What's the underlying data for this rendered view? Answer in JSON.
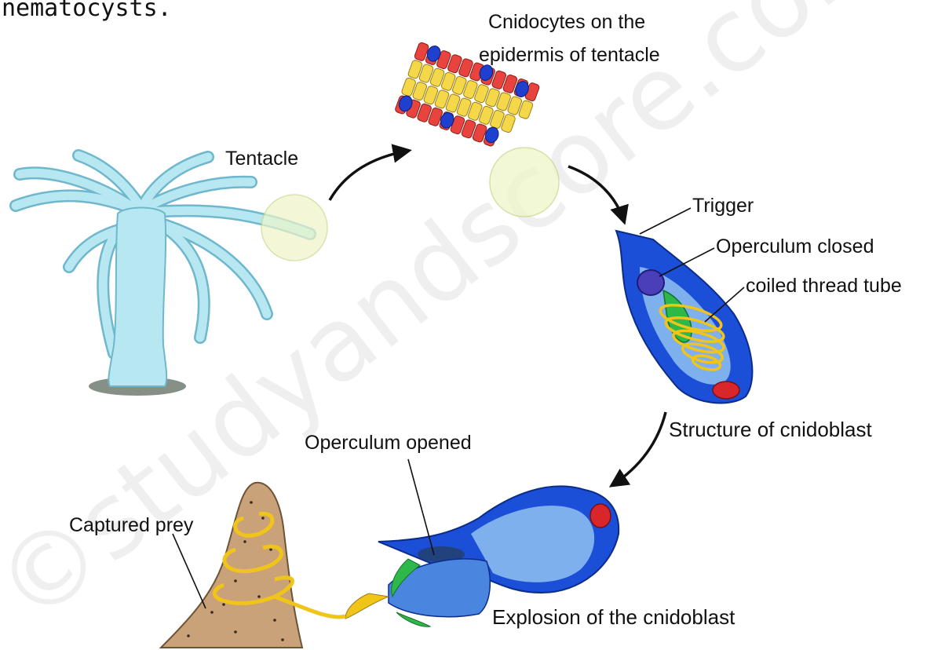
{
  "header": {
    "cut_text": "nematocysts."
  },
  "labels": {
    "cnidocytes_line1": "Cnidocytes on the",
    "cnidocytes_line2": "epidermis of  tentacle",
    "tentacle": "Tentacle",
    "trigger": "Trigger",
    "operculum_closed": "Operculum closed",
    "coiled_thread": "coiled thread tube",
    "structure": "Structure of cnidoblast",
    "operculum_opened": "Operculum opened",
    "captured_prey": "Captured prey",
    "explosion": "Explosion of the cnidoblast"
  },
  "watermark": "©studyandscore.com",
  "colors": {
    "hydra_body": "#b7e8f2",
    "hydra_outline": "#6fb7cc",
    "cell_red": "#e8433d",
    "cell_yellow": "#f5d84a",
    "nematocyst_blue": "#1f3fcf",
    "cnidoblast_dark": "#1b4fd8",
    "cnidoblast_light": "#7fb0ee",
    "thread_yellow": "#f0c419",
    "operculum_purple": "#4a3fb8",
    "nucleus_red": "#d9262b",
    "barb_green": "#2fb84a",
    "prey_brown": "#c9a27a",
    "highlight_circle": "#eef5c8",
    "arrow": "#111111"
  }
}
